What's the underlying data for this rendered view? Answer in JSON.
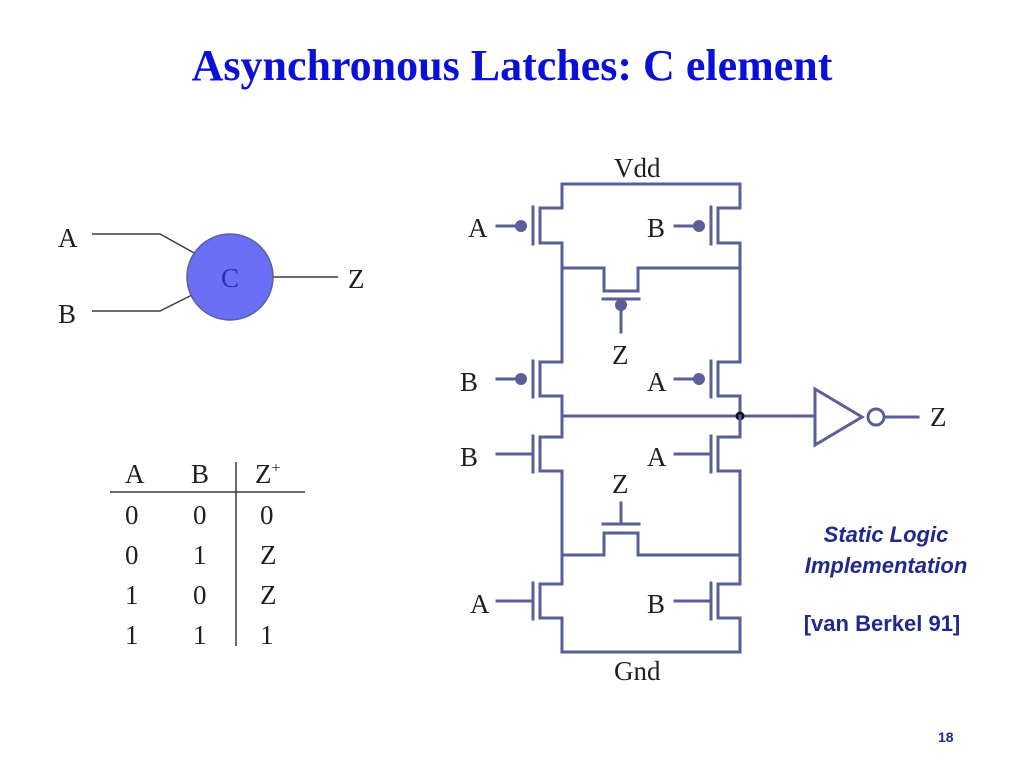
{
  "slide": {
    "title": "Asynchronous Latches: C element",
    "page_number": "18"
  },
  "symbol": {
    "input_a": "A",
    "input_b": "B",
    "gate_label": "C",
    "output": "Z",
    "fill_color": "#6b6ff7"
  },
  "truth_table": {
    "headers": [
      "A",
      "B",
      "Z"
    ],
    "header_z_superscript": "+",
    "rows": [
      [
        "0",
        "0",
        "0"
      ],
      [
        "0",
        "1",
        "Z"
      ],
      [
        "1",
        "0",
        "Z"
      ],
      [
        "1",
        "1",
        "1"
      ]
    ]
  },
  "circuit": {
    "supply": "Vdd",
    "ground": "Gnd",
    "pmos_top_left_gate": "A",
    "pmos_top_right_gate": "B",
    "pmos_feedback_gate": "Z",
    "pmos_mid_left_gate": "B",
    "pmos_mid_right_gate": "A",
    "nmos_upper_left_gate": "B",
    "nmos_upper_right_gate": "A",
    "nmos_feedback_gate": "Z",
    "nmos_lower_left_gate": "A",
    "nmos_lower_right_gate": "B",
    "inverter_output": "Z",
    "wire_color": "#5a5f98"
  },
  "caption": {
    "line1": "Static Logic",
    "line2": "Implementation",
    "reference": "[van Berkel 91]"
  },
  "colors": {
    "title": "#0b10d8",
    "caption": "#1f2a8a"
  }
}
